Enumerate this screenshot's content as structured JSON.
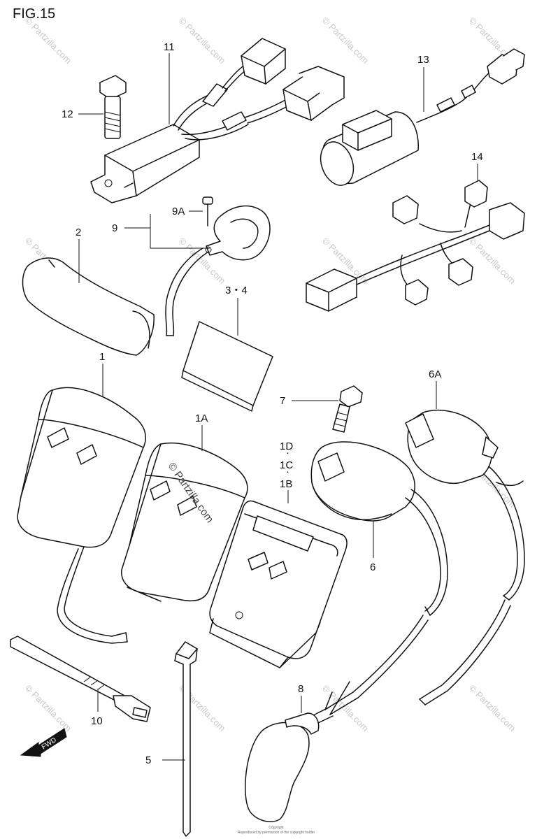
{
  "figure": {
    "title": "FIG.15"
  },
  "callouts": {
    "c1": "1",
    "c1A": "1A",
    "c1B": "1B",
    "c1C": "1C",
    "c1D": "1D",
    "c2": "2",
    "c34": "3・4",
    "c5": "5",
    "c6": "6",
    "c6A": "6A",
    "c7": "7",
    "c8": "8",
    "c9": "9",
    "c9A": "9A",
    "c10": "10",
    "c11": "11",
    "c12": "12",
    "c13": "13",
    "c14": "14"
  },
  "arrow": {
    "label": "FWD"
  },
  "watermark": {
    "text": "© Partzilla.com",
    "center_text": "© Partzilla.com"
  },
  "footer": {
    "line1": "Copyright",
    "line2": "Reproduced by permission of the copyright holder"
  }
}
